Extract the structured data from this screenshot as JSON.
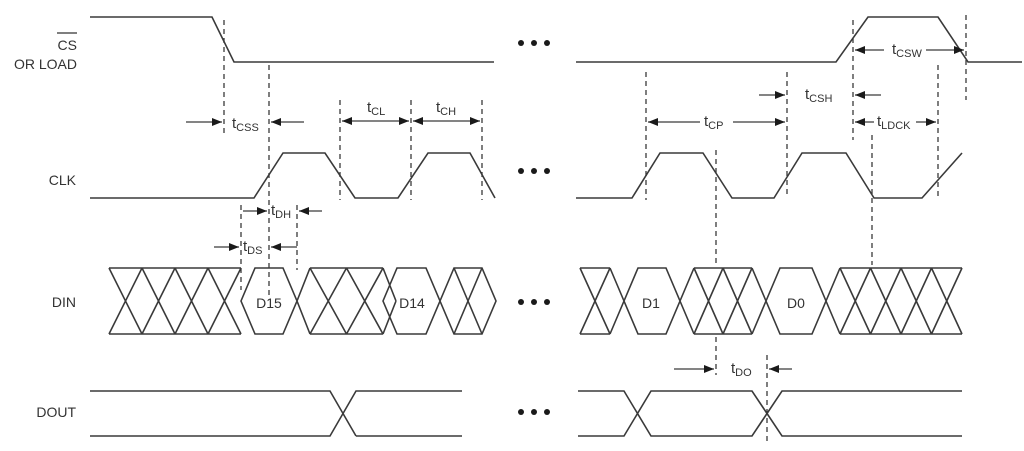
{
  "diagram": {
    "type": "serial-interface-timing-diagram",
    "signals": [
      {
        "id": "cs",
        "label_line1": "CS",
        "label_line1_overbar": true,
        "label_line2": "OR LOAD"
      },
      {
        "id": "clk",
        "label": "CLK"
      },
      {
        "id": "din",
        "label": "DIN"
      },
      {
        "id": "dout",
        "label": "DOUT"
      }
    ],
    "data_bits": {
      "first": "D15",
      "second": "D14",
      "second_last": "D1",
      "last": "D0"
    },
    "timing_params": [
      {
        "id": "css",
        "base": "t",
        "sub": "CSS"
      },
      {
        "id": "cl",
        "base": "t",
        "sub": "CL"
      },
      {
        "id": "ch",
        "base": "t",
        "sub": "CH"
      },
      {
        "id": "dh",
        "base": "t",
        "sub": "DH"
      },
      {
        "id": "ds",
        "base": "t",
        "sub": "DS"
      },
      {
        "id": "cp",
        "base": "t",
        "sub": "CP"
      },
      {
        "id": "csh",
        "base": "t",
        "sub": "CSH"
      },
      {
        "id": "csw",
        "base": "t",
        "sub": "CSW"
      },
      {
        "id": "ldck",
        "base": "t",
        "sub": "LDCK"
      },
      {
        "id": "do",
        "base": "t",
        "sub": "DO"
      }
    ],
    "ellipsis": "•••"
  }
}
